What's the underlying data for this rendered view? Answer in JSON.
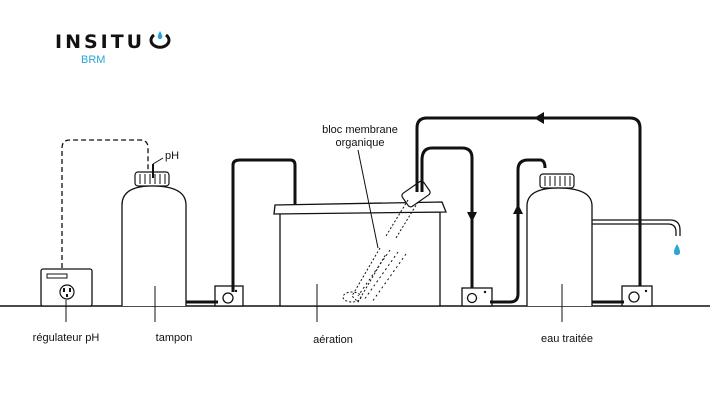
{
  "brand": {
    "name": "INSITU",
    "subtitle": "BRM",
    "accent": "#2aa5d8"
  },
  "labels": {
    "regulator": "régulateur pH",
    "buffer": "tampon",
    "aeration": "aération",
    "treated": "eau traitée",
    "membrane_line1": "bloc membrane",
    "membrane_line2": "organique",
    "ph_probe": "pH"
  },
  "icons": {
    "logo_drop": "water-drop-icon",
    "outlet_drop": "water-drop-icon",
    "pump": "pump-icon",
    "socket": "power-socket-icon",
    "flow_arrow": "arrow-icon"
  }
}
